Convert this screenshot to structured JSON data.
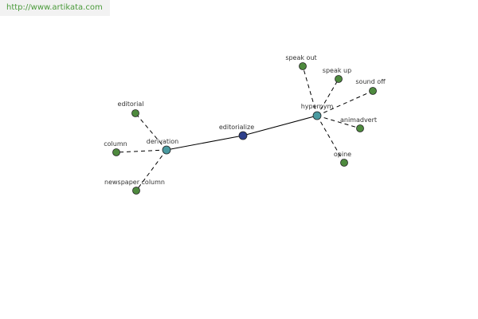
{
  "site": {
    "url": "http://www.artikata.com"
  },
  "graph": {
    "colors": {
      "root": "#2e3f8a",
      "relation": "#4a9aa0",
      "term": "#4e8a3e",
      "edge": "#000000"
    },
    "nodes": [
      {
        "id": "editorialize",
        "label": "editorialize",
        "kind": "root"
      },
      {
        "id": "derivation",
        "label": "derivation",
        "kind": "relation"
      },
      {
        "id": "hypernym",
        "label": "hypernym",
        "kind": "relation"
      },
      {
        "id": "editorial",
        "label": "editorial",
        "kind": "term"
      },
      {
        "id": "column",
        "label": "column",
        "kind": "term"
      },
      {
        "id": "newspaper-column",
        "label": "newspaper column",
        "kind": "term"
      },
      {
        "id": "speak-out",
        "label": "speak out",
        "kind": "term"
      },
      {
        "id": "speak-up",
        "label": "speak up",
        "kind": "term"
      },
      {
        "id": "sound-off",
        "label": "sound off",
        "kind": "term"
      },
      {
        "id": "animadvert",
        "label": "animadvert",
        "kind": "term"
      },
      {
        "id": "opine",
        "label": "opine",
        "kind": "term"
      }
    ],
    "edges": [
      {
        "from": "editorialize",
        "to": "derivation",
        "style": "solid"
      },
      {
        "from": "editorialize",
        "to": "hypernym",
        "style": "solid"
      },
      {
        "from": "derivation",
        "to": "editorial",
        "style": "dashed"
      },
      {
        "from": "derivation",
        "to": "column",
        "style": "dashed"
      },
      {
        "from": "derivation",
        "to": "newspaper-column",
        "style": "dashed"
      },
      {
        "from": "hypernym",
        "to": "speak-out",
        "style": "dashed"
      },
      {
        "from": "hypernym",
        "to": "speak-up",
        "style": "dashed"
      },
      {
        "from": "hypernym",
        "to": "sound-off",
        "style": "dashed"
      },
      {
        "from": "hypernym",
        "to": "animadvert",
        "style": "dashed"
      },
      {
        "from": "hypernym",
        "to": "opine",
        "style": "dashed"
      }
    ]
  }
}
